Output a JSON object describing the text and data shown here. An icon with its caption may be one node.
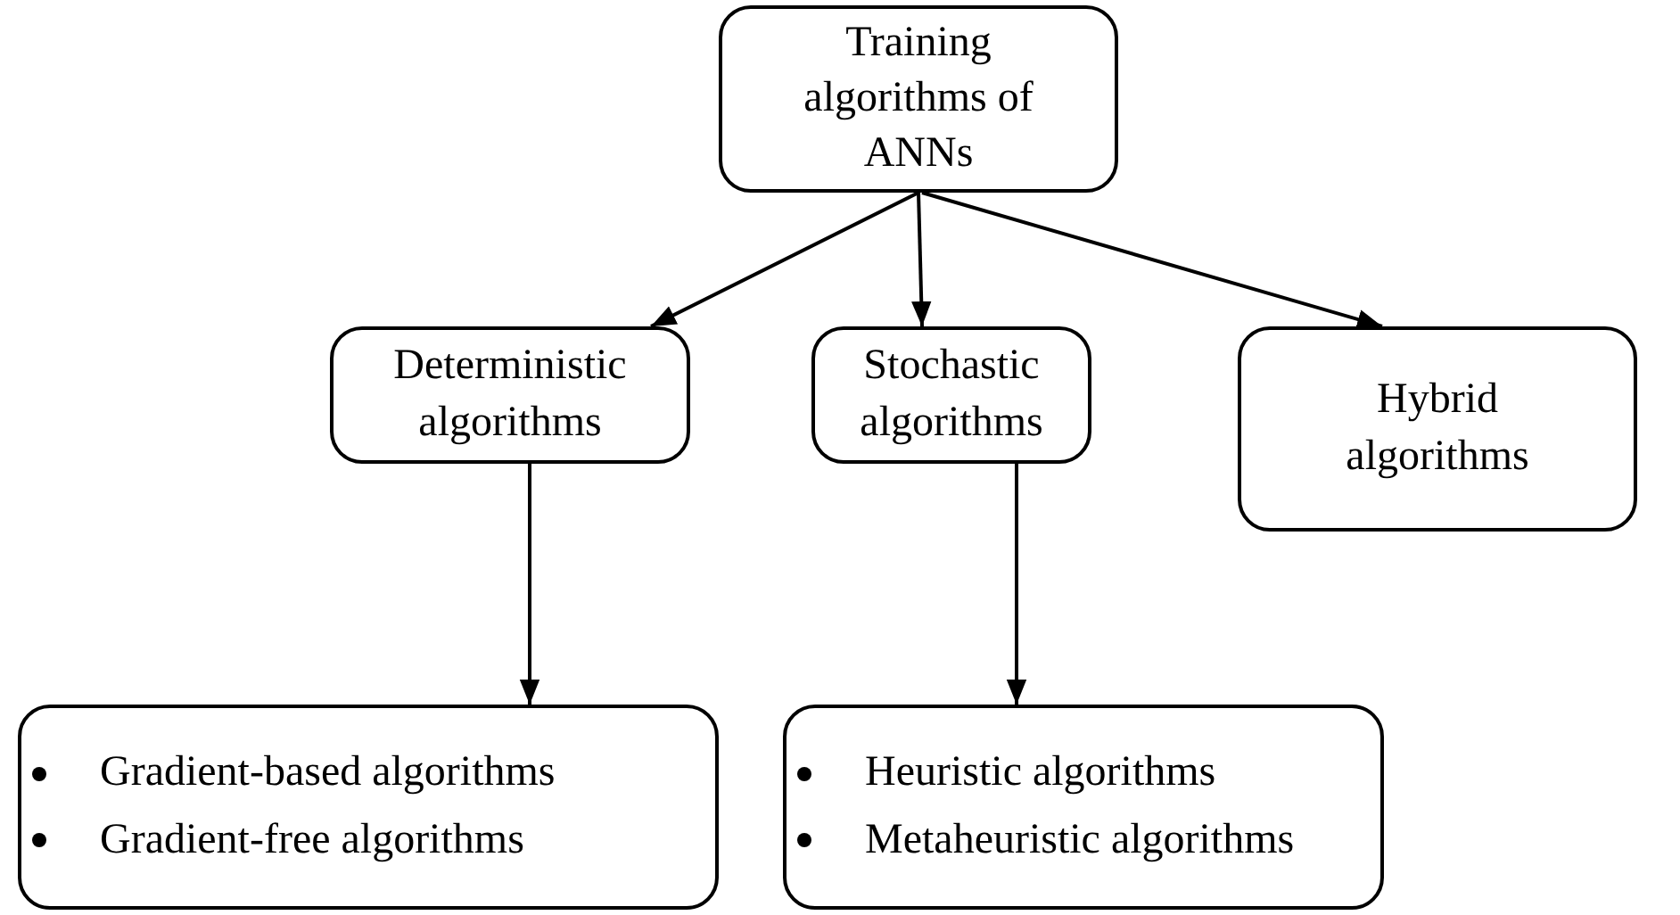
{
  "diagram": {
    "nodes": [
      {
        "text": [
          "Training algorithms of ANNs"
        ]
      },
      {
        "text": [
          "Deterministic algorithms"
        ]
      },
      {
        "text": [
          "Stochastic algorithms"
        ]
      },
      {
        "text": [
          "Hybrid algorithms"
        ]
      },
      {
        "text": [
          "Gradient-based algorithms",
          "Gradient-free algorithms"
        ]
      },
      {
        "text": [
          "Heuristic algorithms",
          "Metaheuristic algorithms"
        ]
      }
    ],
    "edges": [
      {
        "from": 0,
        "to": 1,
        "arrow": "to"
      },
      {
        "from": 0,
        "to": 2,
        "arrow": "to"
      },
      {
        "from": 0,
        "to": 3,
        "arrow": "to"
      },
      {
        "from": 1,
        "to": 4,
        "arrow": "to"
      },
      {
        "from": 2,
        "to": 5,
        "arrow": "to"
      }
    ]
  }
}
